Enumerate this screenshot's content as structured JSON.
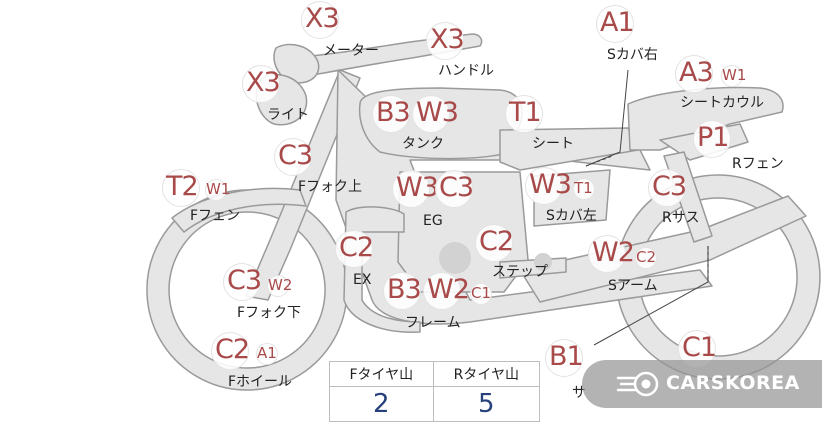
{
  "parts": [
    {
      "id": "meter",
      "label": "メーター",
      "codes": [
        "X3"
      ]
    },
    {
      "id": "handle",
      "label": "ハンドル",
      "codes": [
        "X3"
      ]
    },
    {
      "id": "light",
      "label": "ライト",
      "codes": [
        "X3"
      ]
    },
    {
      "id": "tank",
      "label": "タンク",
      "codes": [
        "B3",
        "W3"
      ]
    },
    {
      "id": "seat",
      "label": "シート",
      "codes": [
        "T1"
      ]
    },
    {
      "id": "side-cover-right",
      "label": "Sカバ右",
      "codes": [
        "A1"
      ]
    },
    {
      "id": "seat-cowl",
      "label": "シートカウル",
      "codes": [
        "A3",
        "W1"
      ]
    },
    {
      "id": "rear-fender",
      "label": "Rフェン",
      "codes": [
        "P1"
      ]
    },
    {
      "id": "fork-upper",
      "label": "Fフォク上",
      "codes": [
        "C3"
      ]
    },
    {
      "id": "front-fender",
      "label": "Fフェン",
      "codes": [
        "T2",
        "W1"
      ]
    },
    {
      "id": "engine",
      "label": "EG",
      "codes": [
        "W3",
        "C3"
      ]
    },
    {
      "id": "side-cover-left",
      "label": "Sカバ左",
      "codes": [
        "W3",
        "T1"
      ]
    },
    {
      "id": "rear-suspension",
      "label": "Rサス",
      "codes": [
        "C3"
      ]
    },
    {
      "id": "exhaust",
      "label": "EX",
      "codes": [
        "C2"
      ]
    },
    {
      "id": "step",
      "label": "ステップ",
      "codes": [
        "C2"
      ]
    },
    {
      "id": "swing-arm",
      "label": "Sアーム",
      "codes": [
        "W2",
        "C2"
      ]
    },
    {
      "id": "fork-lower",
      "label": "Fフォク下",
      "codes": [
        "C3",
        "W2"
      ]
    },
    {
      "id": "frame",
      "label": "フレーム",
      "codes": [
        "B3",
        "W2",
        "C1"
      ]
    },
    {
      "id": "front-wheel",
      "label": "Fホイール",
      "codes": [
        "C2",
        "A1"
      ]
    },
    {
      "id": "silencer",
      "label": "サ",
      "codes": [
        "B1"
      ]
    },
    {
      "id": "rear-wheel",
      "label": "",
      "codes": [
        "C1"
      ]
    }
  ],
  "tire_table": {
    "headers": [
      "Fタイヤ山",
      "Rタイヤ山"
    ],
    "values": [
      "2",
      "5"
    ]
  },
  "watermark": {
    "text": "CARSKOREA",
    "icon": "carskorea-logo-icon"
  },
  "colors": {
    "code_text": "#a94a4a",
    "bike_fill": "#e6e6e6",
    "bike_stroke": "#9a9a9a",
    "table_value": "#27427a"
  }
}
